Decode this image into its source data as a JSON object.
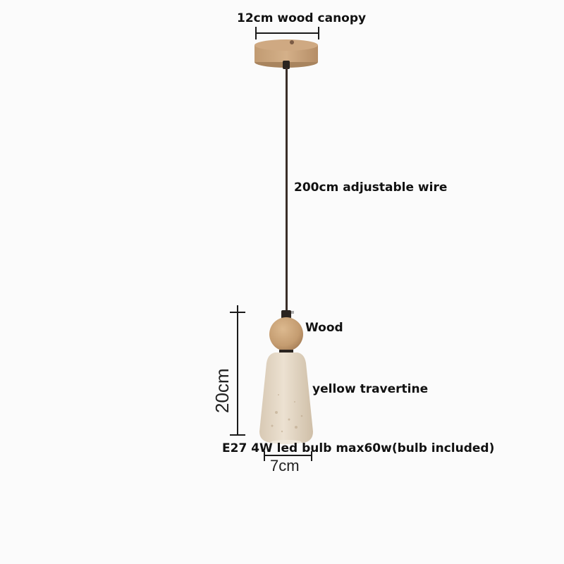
{
  "annotations": {
    "canopy": "12cm wood canopy",
    "wire": "200cm adjustable wire",
    "ball": "Wood",
    "shade": "yellow travertine",
    "bulb": "E27 4W led bulb max60w(bulb included)",
    "height": "20cm",
    "width": "7cm"
  },
  "colors": {
    "background": "#fbfbfb",
    "wood": "#c9a27a",
    "wood_dark": "#a8845e",
    "travertine": "#e6d9c6",
    "travertine_shadow": "#cdbba3",
    "wire": "#3a2e28"
  }
}
